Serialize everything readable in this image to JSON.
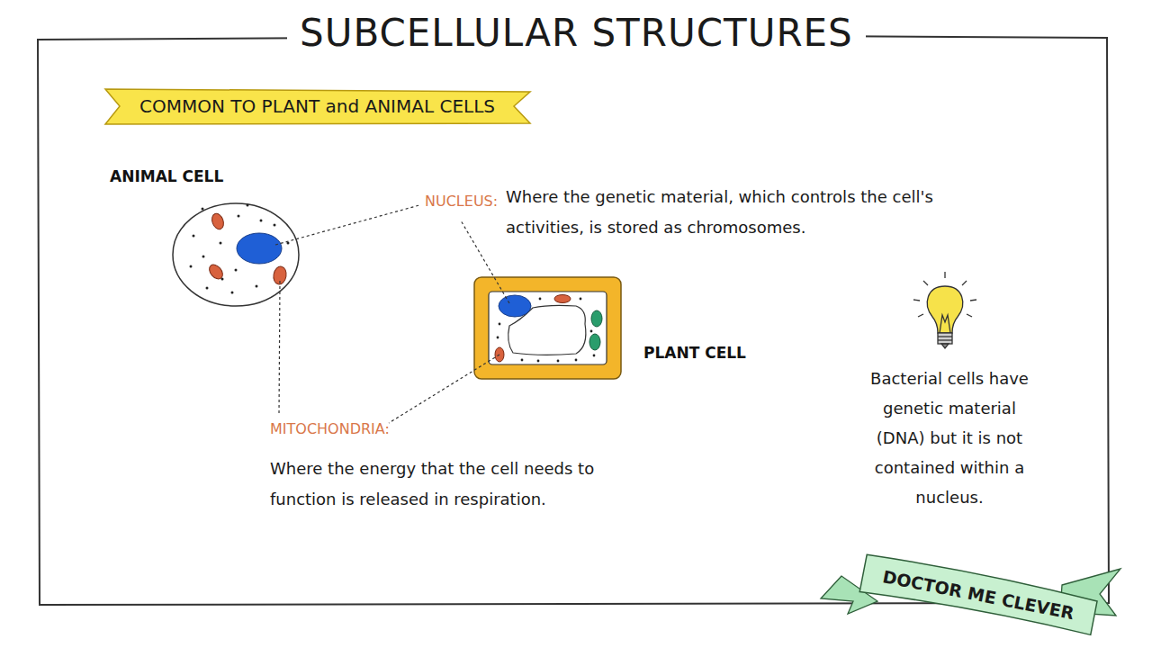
{
  "diagram": {
    "title": "SUBCELLULAR STRUCTURES",
    "nodes": [
      {
        "text": [
          "COMMON TO PLANT and ANIMAL CELLS"
        ]
      },
      {
        "text": [
          "DOCTOR ME CLEVER"
        ]
      }
    ],
    "labels": [
      "ANIMAL CELL",
      "NUCLEUS:",
      "Where the genetic material, which controls the cell's activities, is stored as chromosomes.",
      "PLANT CELL",
      "MITOCHONDRIA:",
      "Where the energy that the cell needs to function is released in respiration.",
      "Bacterial cells have genetic material (DNA) but it is not contained within a nucleus."
    ]
  }
}
